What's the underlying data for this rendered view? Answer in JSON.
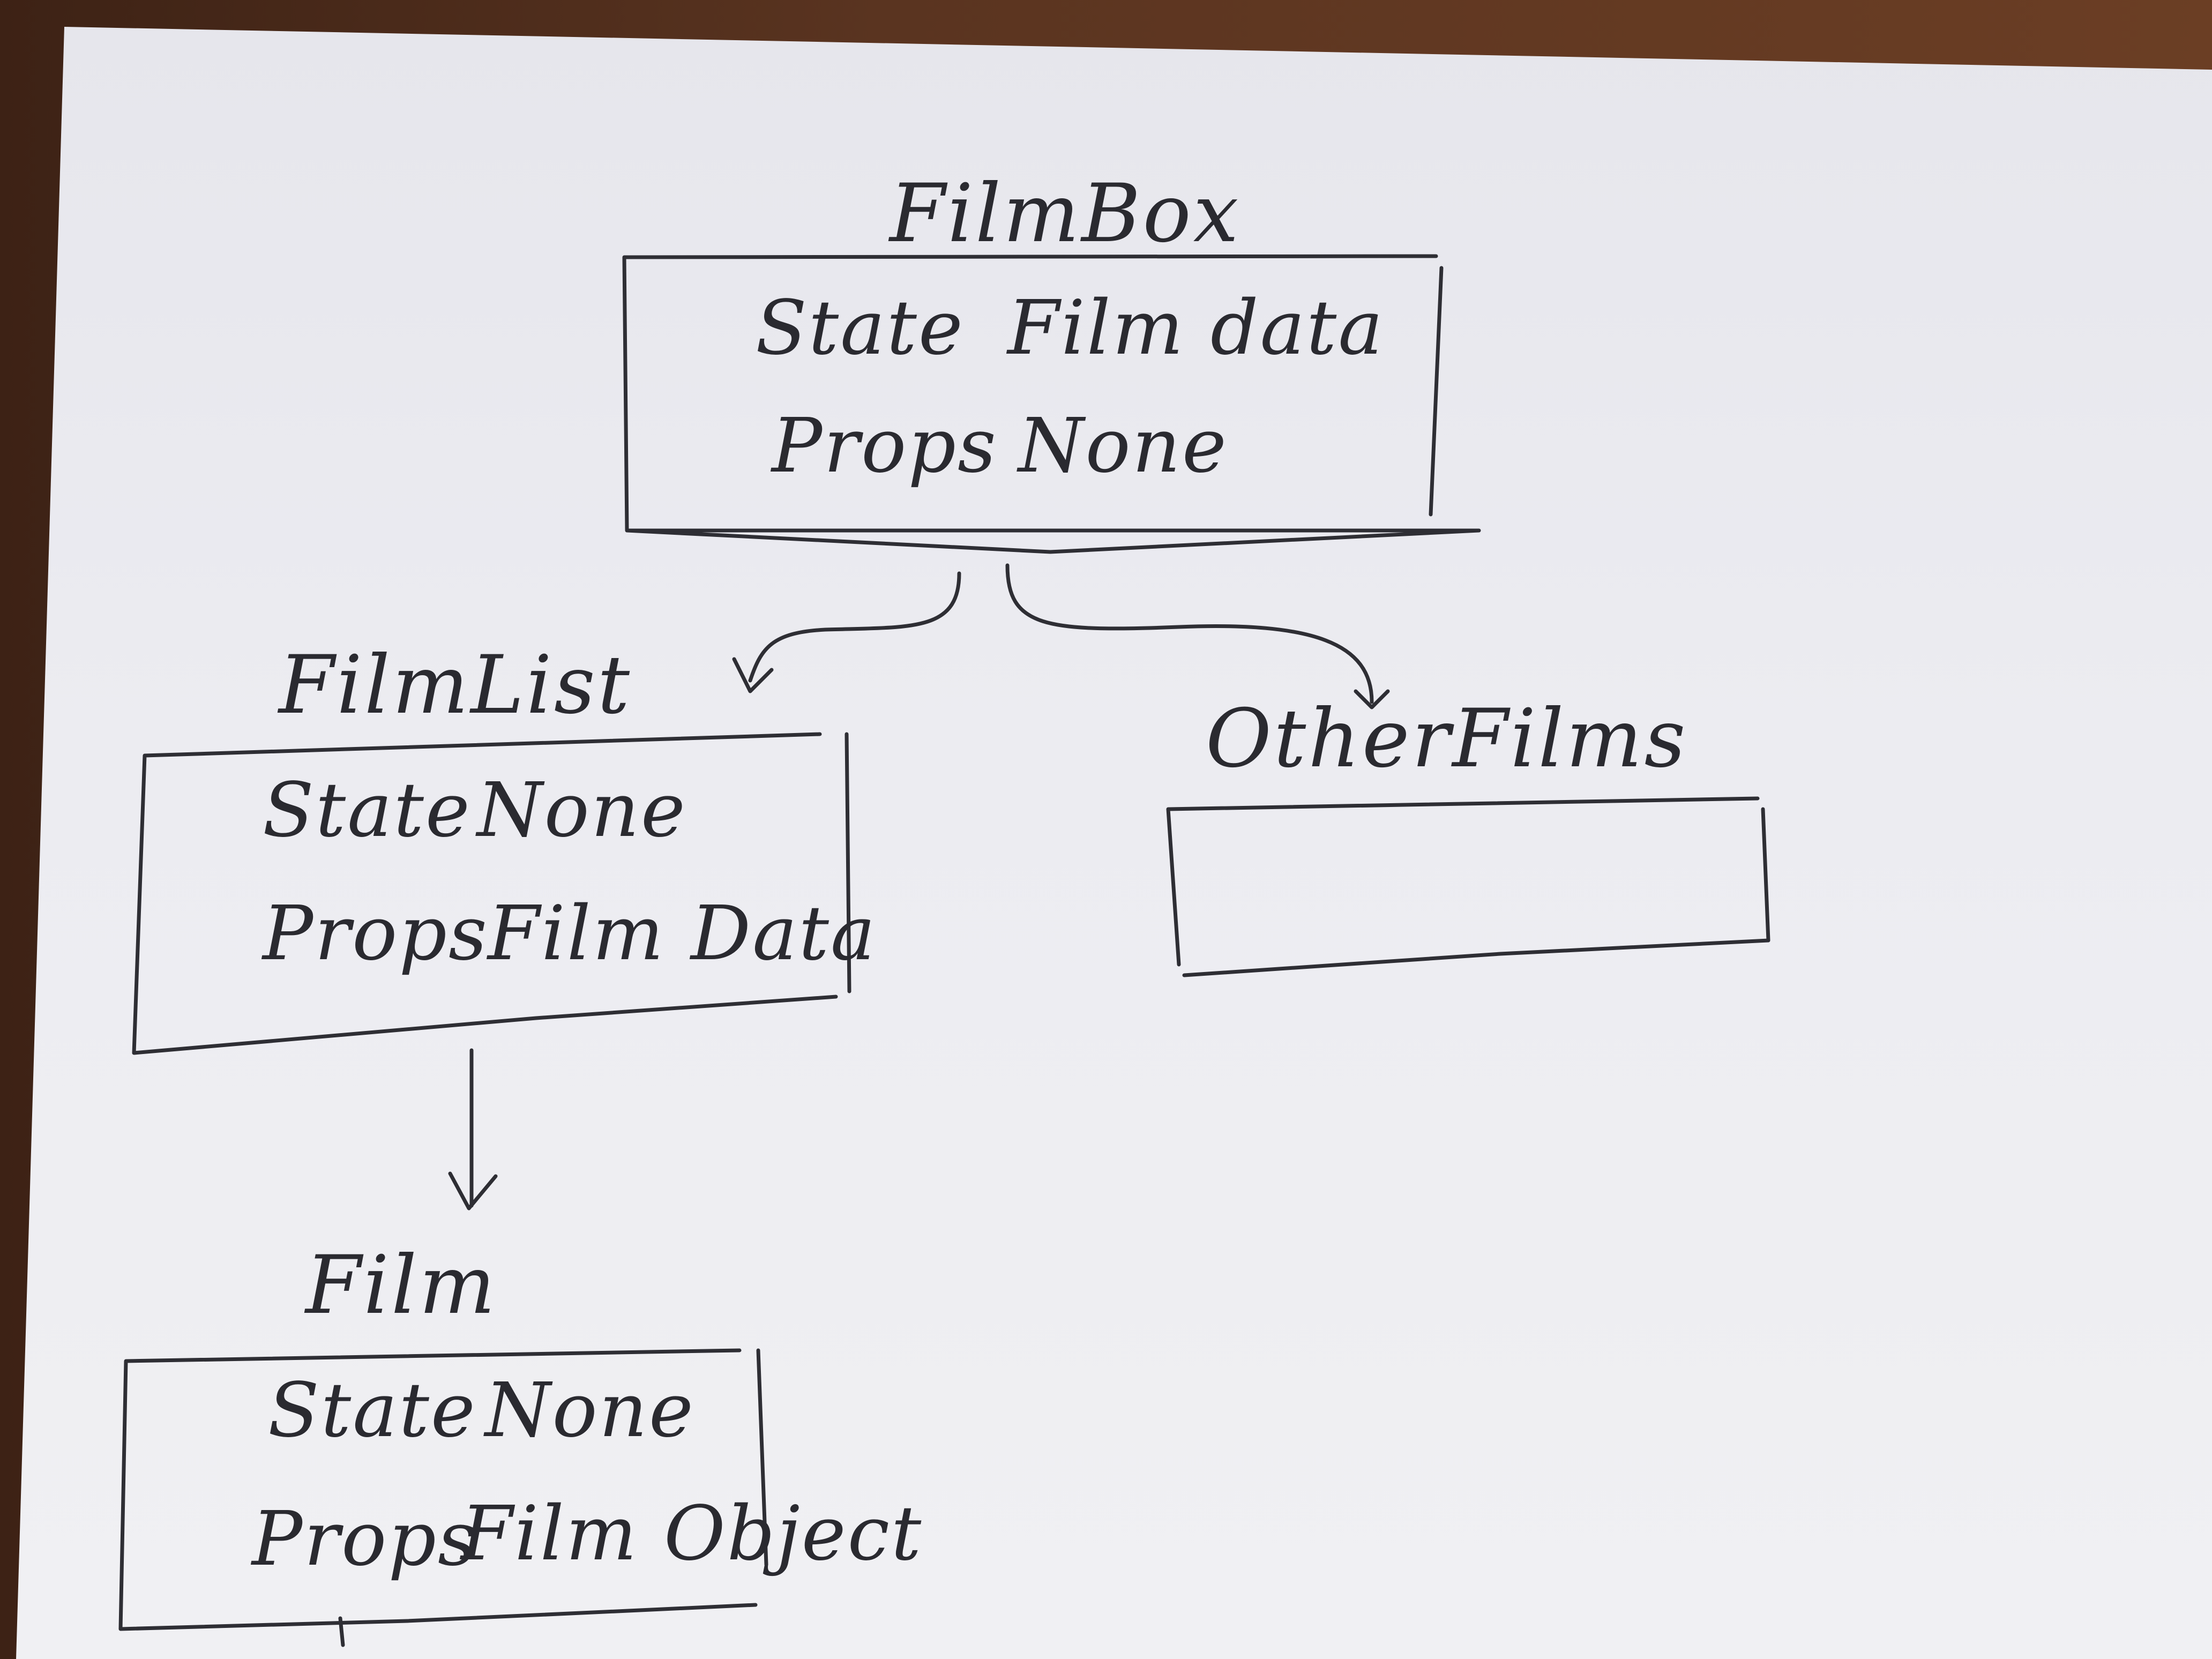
{
  "diagram": {
    "nodes": [
      {
        "id": "filmbox",
        "title": "FilmBox",
        "state_label": "State",
        "state_value": "Film data",
        "props_label": "Props",
        "props_value": "None"
      },
      {
        "id": "filmlist",
        "title": "FilmList",
        "state_label": "State",
        "state_value": "None",
        "props_label": "Props",
        "props_value": "Film Data"
      },
      {
        "id": "otherfilms",
        "title": "OtherFilms"
      },
      {
        "id": "film",
        "title": "Film",
        "state_label": "State",
        "state_value": "None",
        "props_label": "Props",
        "props_value": "Film Object"
      }
    ],
    "edges": [
      {
        "from": "filmbox",
        "to": "filmlist"
      },
      {
        "from": "filmbox",
        "to": "otherfilms"
      },
      {
        "from": "filmlist",
        "to": "film"
      }
    ]
  }
}
